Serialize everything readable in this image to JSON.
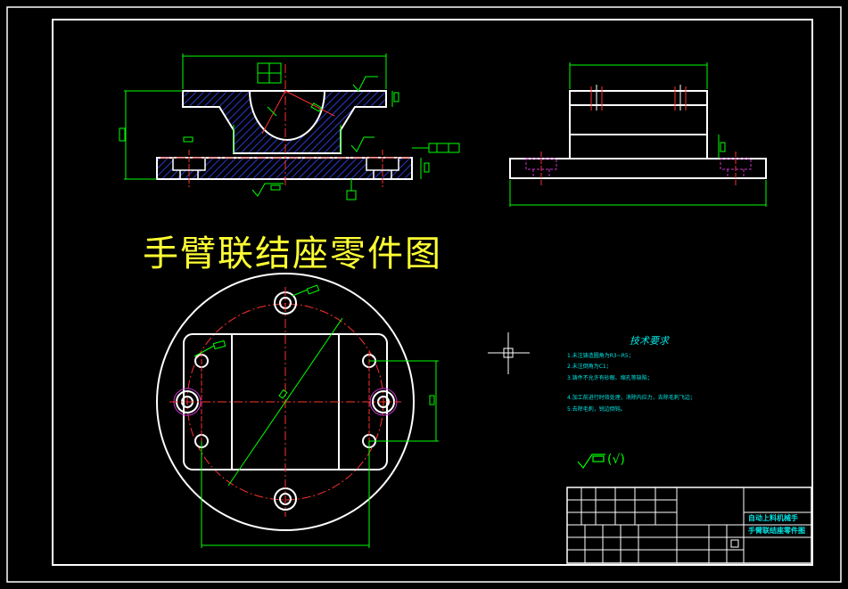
{
  "drawing_title": "手臂联结座零件图",
  "tech_requirements": {
    "title": "技术要求",
    "lines": [
      "1.未注铸造圆角为R3~R5；",
      "2.未注倒角为C1；",
      "3.铸件不允许有砂眼、缩孔等缺陷；",
      "4.加工前进行时效处理，消除内应力，去除毛刺飞边；",
      "5.去除毛刺，锐边倒钝。"
    ]
  },
  "roughness_note": "(√)",
  "title_block": {
    "project": "自动上料机械手",
    "part_name": "手臂联结座零件图"
  },
  "colors": {
    "background": "#000000",
    "outline": "#ffffff",
    "dimension": "#00ff00",
    "centerline": "#ff3030",
    "hatch": "#2a3ad0",
    "text": "#00e5e5",
    "title": "#ffff33",
    "hidden": "#cc33cc"
  }
}
